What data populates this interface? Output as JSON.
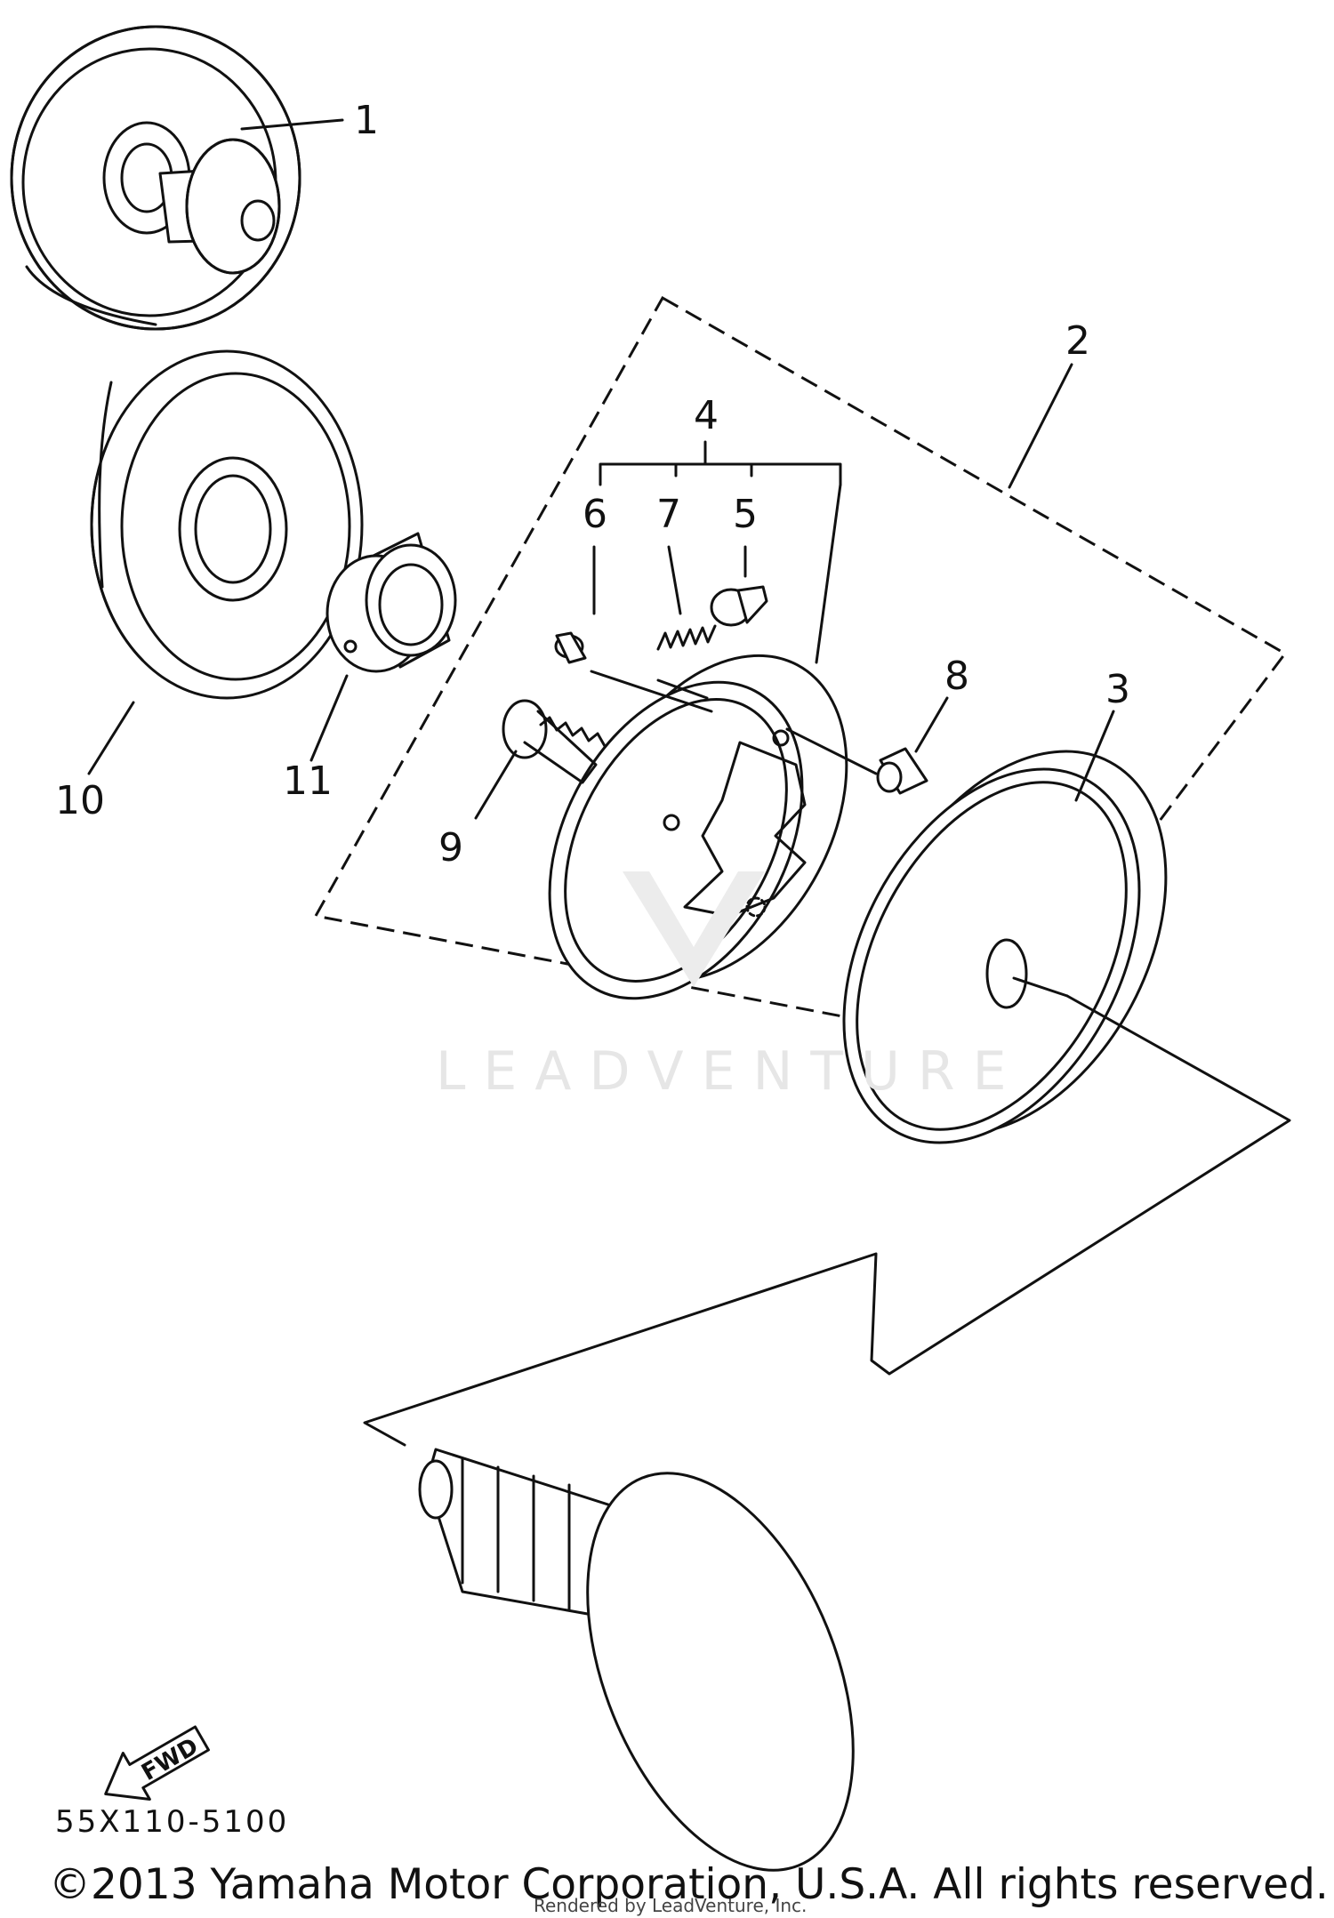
{
  "diagram": {
    "part_labels": {
      "p1": "1",
      "p2": "2",
      "p3": "3",
      "p4": "4",
      "p5": "5",
      "p6": "6",
      "p7": "7",
      "p8": "8",
      "p9": "9",
      "p10": "10",
      "p11": "11"
    },
    "fwd_label": "FWD",
    "diagram_code": "55X110-5100",
    "watermark": "LEADVENTURE"
  },
  "footer": {
    "copyright": "©2013 Yamaha Motor Corporation, U.S.A. All rights reserved.",
    "rendered_by": "Rendered by LeadVenture, Inc."
  }
}
